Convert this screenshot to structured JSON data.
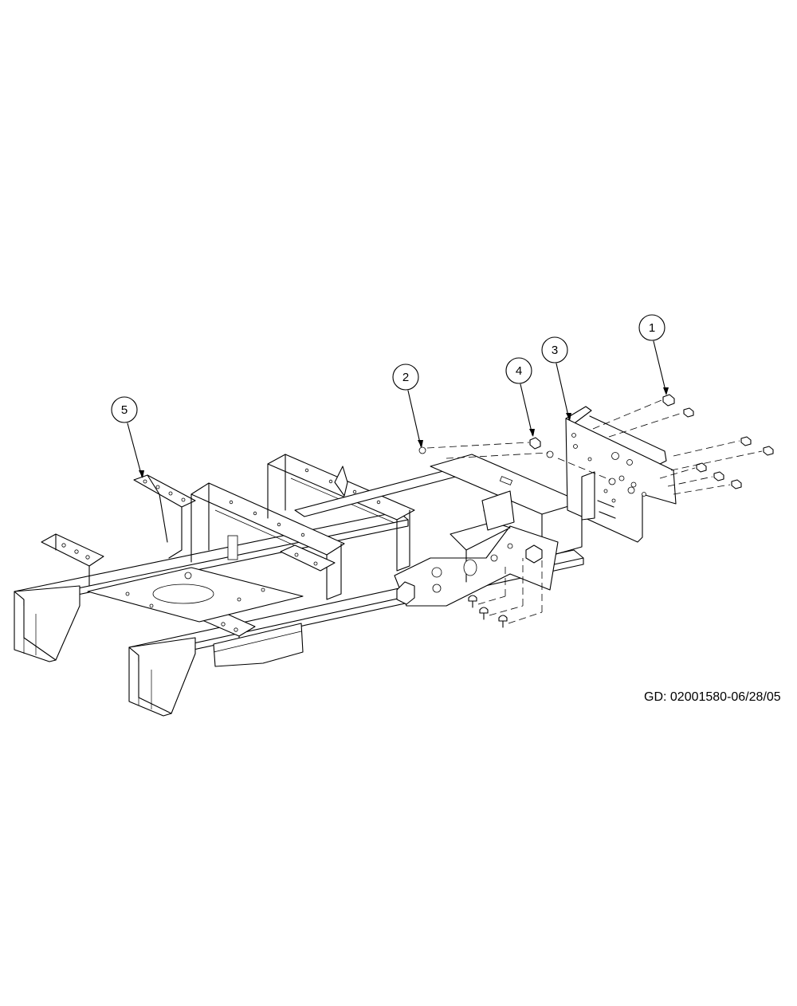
{
  "callouts": [
    {
      "label": "1"
    },
    {
      "label": "2"
    },
    {
      "label": "3"
    },
    {
      "label": "4"
    },
    {
      "label": "5"
    }
  ],
  "reference_code": "GD: 02001580-06/28/05"
}
